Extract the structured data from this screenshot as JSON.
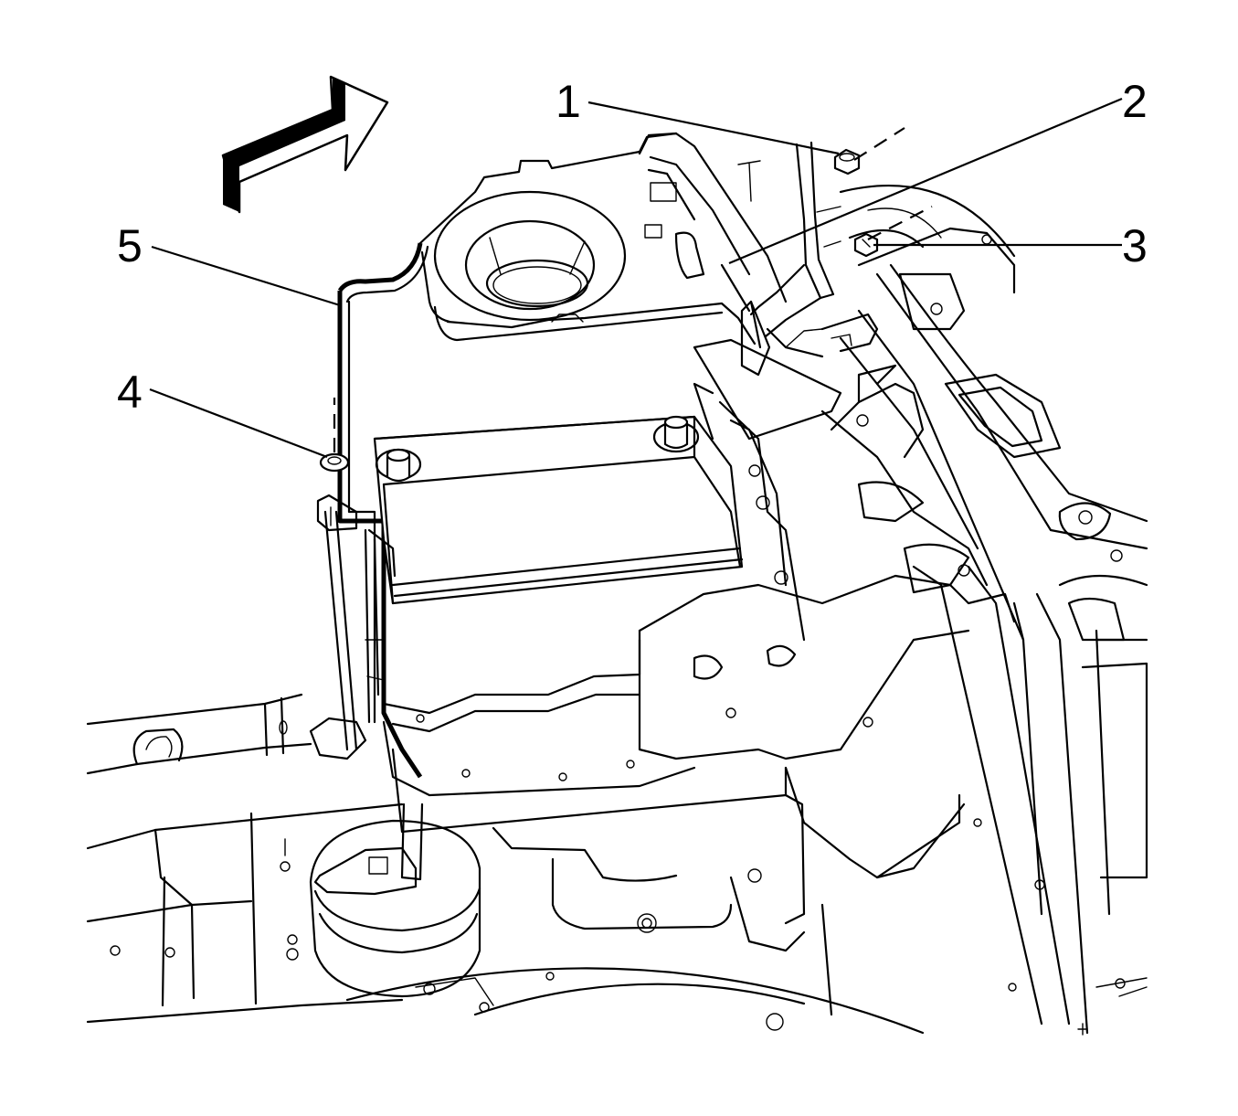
{
  "figure": {
    "callouts": [
      {
        "id": 1,
        "label": "1"
      },
      {
        "id": 2,
        "label": "2"
      },
      {
        "id": 3,
        "label": "3"
      },
      {
        "id": 4,
        "label": "4"
      },
      {
        "id": 5,
        "label": "5"
      }
    ],
    "icons": {
      "direction_arrow": "front-direction-arrow-icon"
    },
    "colors": {
      "line": "#000000",
      "background": "#ffffff"
    }
  }
}
